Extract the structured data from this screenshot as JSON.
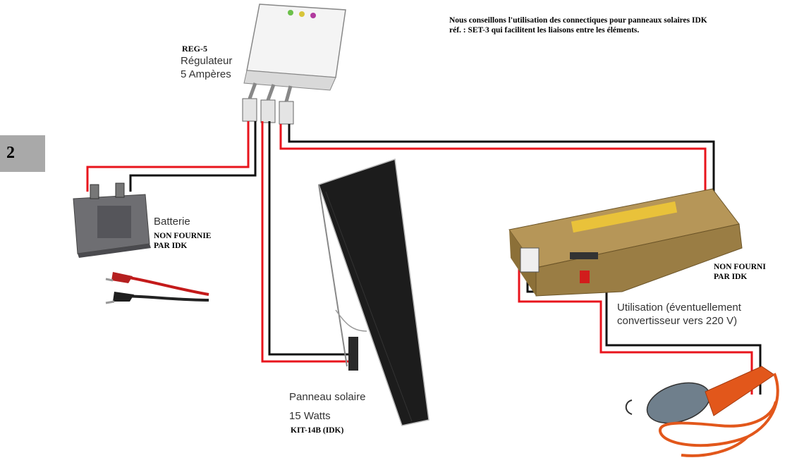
{
  "page_number": "2",
  "advice_note": "Nous conseillons l'utilisation des connectiques pour panneaux solaires  IDK réf. : SET-3 qui facilitent les liaisons entre les éléments.",
  "regulator": {
    "code": "REG-5",
    "name": "Régulateur",
    "rating": "5 Ampères"
  },
  "battery": {
    "name": "Batterie",
    "note_line1": "NON FOURNIE",
    "note_line2": "PAR IDK"
  },
  "solar_panel": {
    "name": "Panneau solaire",
    "power": "15 Watts",
    "code": "KIT-14B (IDK)"
  },
  "inverter": {
    "note_line1": "NON FOURNI",
    "note_line2": "PAR IDK"
  },
  "usage": {
    "line1": "Utilisation (éventuellement",
    "line2": "convertisseur vers 220 V)"
  },
  "colors": {
    "wire_positive": "#e8141c",
    "wire_negative": "#111111",
    "inverter_body": "#a88a4a",
    "lamp_cable": "#e2571b",
    "panel": "#1c1c1c"
  }
}
